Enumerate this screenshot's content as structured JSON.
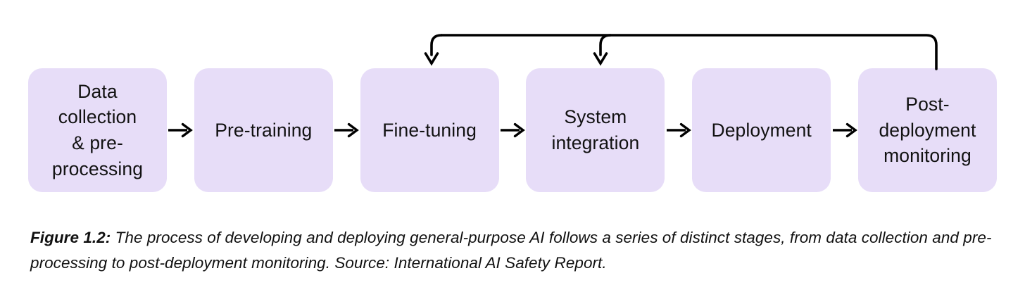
{
  "figure": {
    "colors": {
      "box_fill": "#e7ddf8",
      "text": "#121212",
      "arrow": "#000000",
      "background": "#ffffff"
    },
    "stages": [
      {
        "id": "data-collection-preprocessing",
        "label": "Data\ncollection\n& pre-\nprocessing"
      },
      {
        "id": "pre-training",
        "label": "Pre-training"
      },
      {
        "id": "fine-tuning",
        "label": "Fine-tuning"
      },
      {
        "id": "system-integration",
        "label": "System\nintegration"
      },
      {
        "id": "deployment",
        "label": "Deployment"
      },
      {
        "id": "post-deployment-monitoring",
        "label": "Post-\ndeployment\nmonitoring"
      }
    ],
    "flow_arrows": [
      {
        "id": "arrow-1",
        "glyph": "right-arrow",
        "from": "data-collection-preprocessing",
        "to": "pre-training"
      },
      {
        "id": "arrow-2",
        "glyph": "right-arrow",
        "from": "pre-training",
        "to": "fine-tuning"
      },
      {
        "id": "arrow-3",
        "glyph": "right-arrow",
        "from": "fine-tuning",
        "to": "system-integration"
      },
      {
        "id": "arrow-4",
        "glyph": "right-arrow",
        "from": "system-integration",
        "to": "deployment"
      },
      {
        "id": "arrow-5",
        "glyph": "right-arrow",
        "from": "deployment",
        "to": "post-deployment-monitoring"
      }
    ],
    "feedback_arrows": [
      {
        "id": "feedback-to-fine-tuning",
        "from": "post-deployment-monitoring",
        "to": "fine-tuning"
      },
      {
        "id": "feedback-to-system-integration",
        "from": "post-deployment-monitoring",
        "to": "system-integration"
      }
    ],
    "caption": {
      "prefix": "Figure 1.2:",
      "text": " The process of developing and deploying general-purpose AI follows a series of distinct stages, from data collection and pre-processing to post-deployment monitoring. Source: International AI Safety Report."
    }
  }
}
